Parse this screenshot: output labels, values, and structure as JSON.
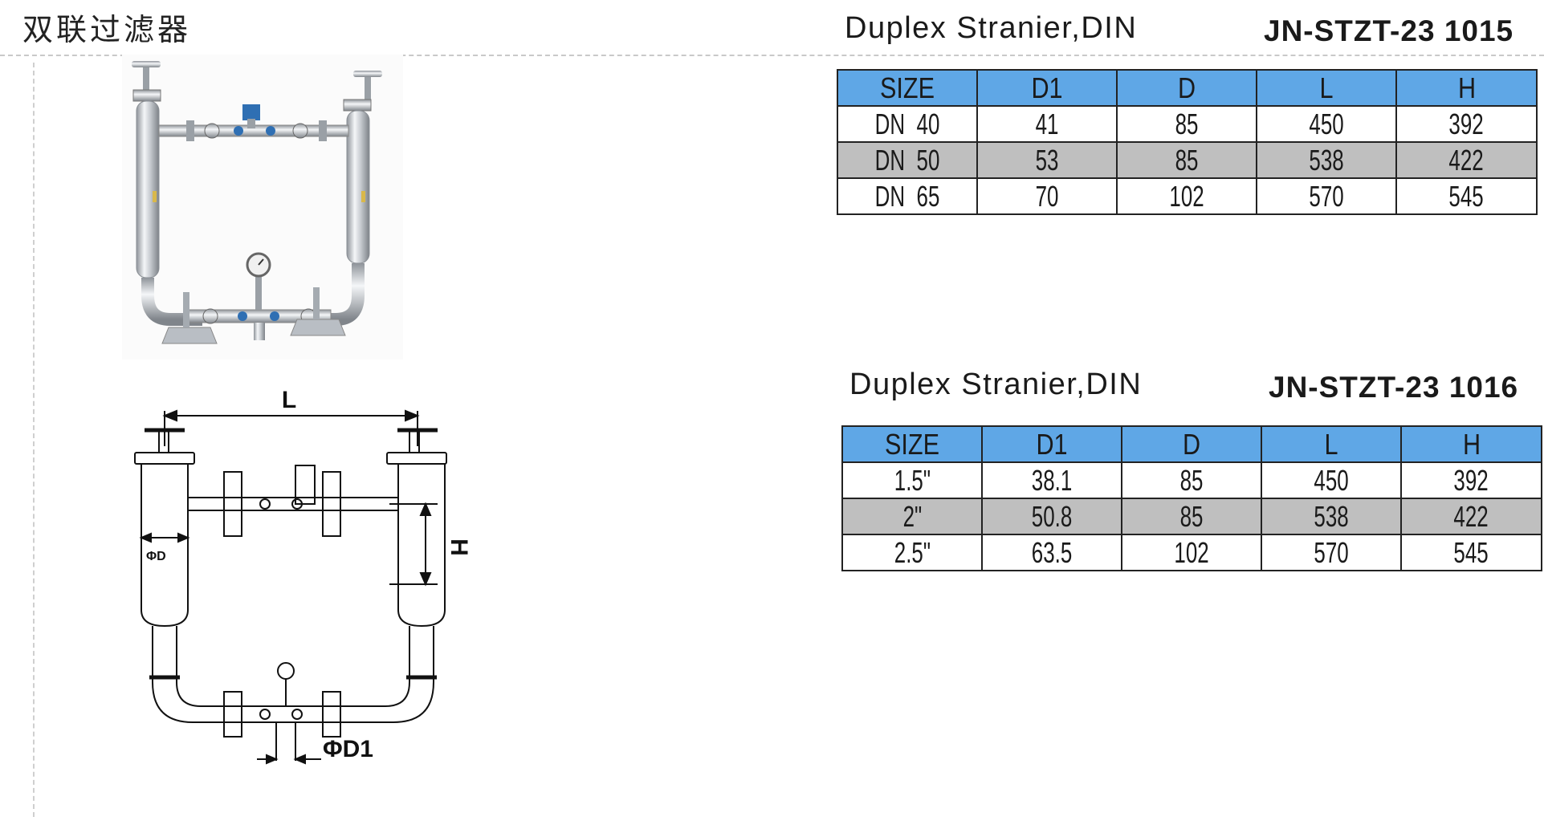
{
  "page": {
    "title_cn": "双联过滤器"
  },
  "diagram": {
    "label_length": "L",
    "label_height": "H",
    "label_diameter": "ΦD",
    "label_inlet_diameter": "ΦD1"
  },
  "sections": [
    {
      "title": "Duplex Stranier,DIN",
      "model": "JN-STZT-23 1015",
      "columns": [
        "SIZE",
        "D1",
        "D",
        "L",
        "H"
      ],
      "rows": [
        [
          "DN  40",
          "41",
          "85",
          "450",
          "392"
        ],
        [
          "DN  50",
          "53",
          "85",
          "538",
          "422"
        ],
        [
          "DN  65",
          "70",
          "102",
          "570",
          "545"
        ]
      ]
    },
    {
      "title": "Duplex Stranier,DIN",
      "model": "JN-STZT-23 1016",
      "columns": [
        "SIZE",
        "D1",
        "D",
        "L",
        "H"
      ],
      "rows": [
        [
          "1.5\"",
          "38.1",
          "85",
          "450",
          "392"
        ],
        [
          "2\"",
          "50.8",
          "85",
          "538",
          "422"
        ],
        [
          "2.5\"",
          "63.5",
          "102",
          "570",
          "545"
        ]
      ]
    }
  ],
  "colors": {
    "header_blue": "#5fa7e6",
    "row_shade": "#bfbfbf"
  }
}
